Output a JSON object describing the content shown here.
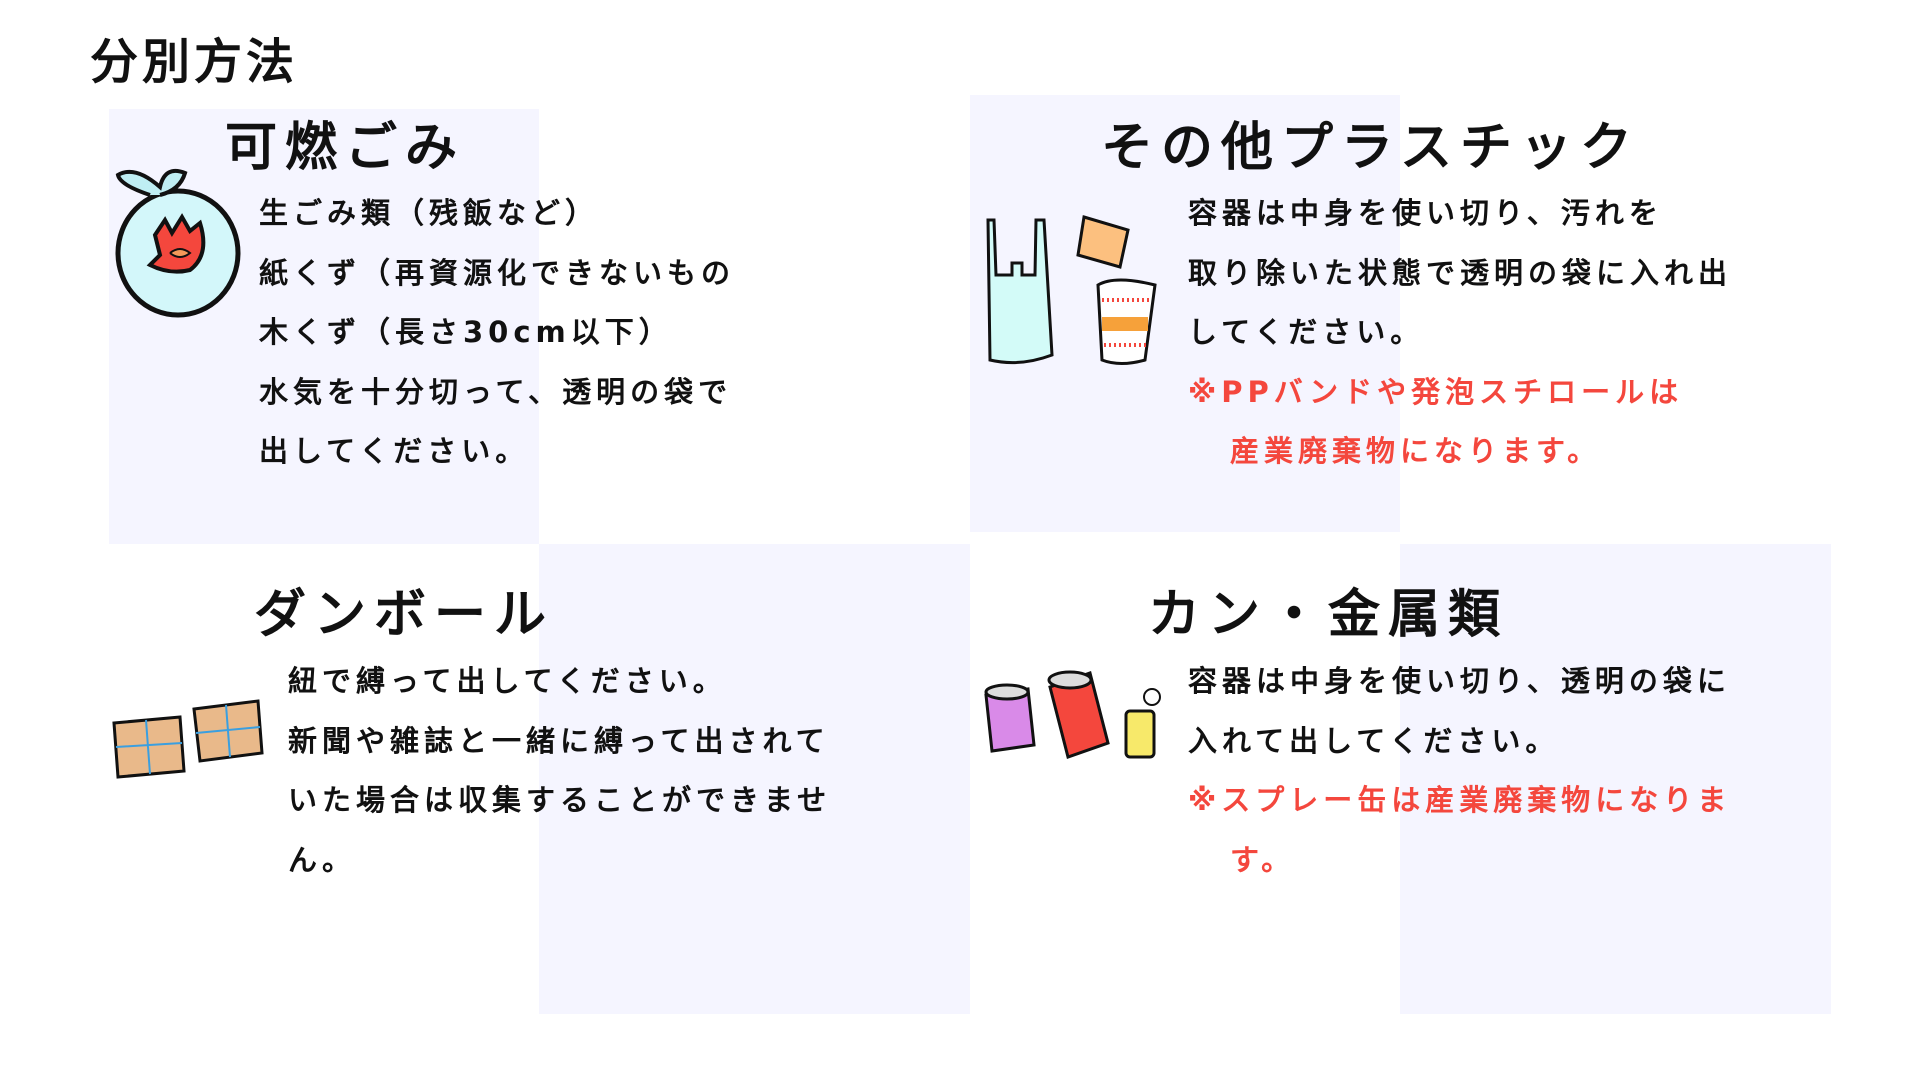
{
  "page_title": "分別方法",
  "colors": {
    "panel": "#f5f5ff",
    "warning": "#f4473d"
  },
  "sections": [
    {
      "heading": "可燃ごみ",
      "icon": "garbage-bag-icon",
      "lines": [
        "生ごみ類（残飯など）",
        "紙くず（再資源化できないもの",
        "木くず（長さ30cm以下）",
        "水気を十分切って、透明の袋で",
        "出してください。"
      ],
      "warnings": []
    },
    {
      "heading": "その他プラスチック",
      "icon": "plastic-items-icon",
      "lines": [
        "容器は中身を使い切り、汚れを",
        "取り除いた状態で透明の袋に入れ出",
        "してください。"
      ],
      "warnings": [
        "※PPバンドや発泡スチロールは",
        "産業廃棄物になります。"
      ]
    },
    {
      "heading": "ダンボール",
      "icon": "cardboard-boxes-icon",
      "lines": [
        "紐で縛って出してください。",
        "新聞や雑誌と一緒に縛って出されて",
        "いた場合は収集することができませ",
        "ん。"
      ],
      "warnings": []
    },
    {
      "heading": "カン・金属類",
      "icon": "cans-icon",
      "lines": [
        "容器は中身を使い切り、透明の袋に",
        "入れて出してください。"
      ],
      "warnings": [
        "※スプレー缶は産業廃棄物になりま",
        "す。"
      ]
    }
  ]
}
